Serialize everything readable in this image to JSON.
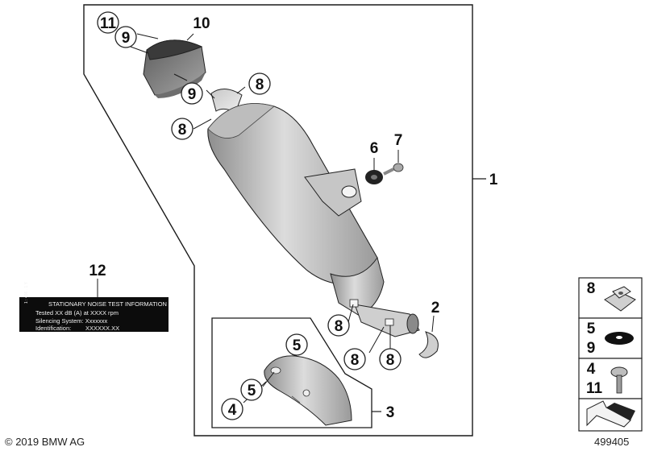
{
  "callouts": {
    "c1": "1",
    "c2": "2",
    "c3": "3",
    "c4a": "4",
    "c4b": "4",
    "c5a": "5",
    "c5b": "5",
    "c5c": "5",
    "c6": "6",
    "c7": "7",
    "c8a": "8",
    "c8b": "8",
    "c8c": "8",
    "c8d": "8",
    "c8e": "8",
    "c8f": "8",
    "c9a": "9",
    "c9b": "9",
    "c9c": "9",
    "c10": "10",
    "c11a": "11",
    "c11b": "11",
    "c12": "12"
  },
  "noise_plate": {
    "title": "STATIONARY NOISE TEST INFORMATION",
    "line1": "Tested XX dB (A) at XXXX rpm",
    "line2": "Silencing System:   Xxxxxxx",
    "line3_label": "Identification:",
    "line3_value": "XXXXXX.XX",
    "side_text": "1 : 456 . 1.Y"
  },
  "footer": {
    "copyright": "© 2019 BMW AG",
    "drawing_number": "499405"
  },
  "colors": {
    "part_light": "#d9d9d9",
    "part_mid": "#b4b4b4",
    "part_dark": "#7a7a7a",
    "outline": "#1a1a1a"
  }
}
